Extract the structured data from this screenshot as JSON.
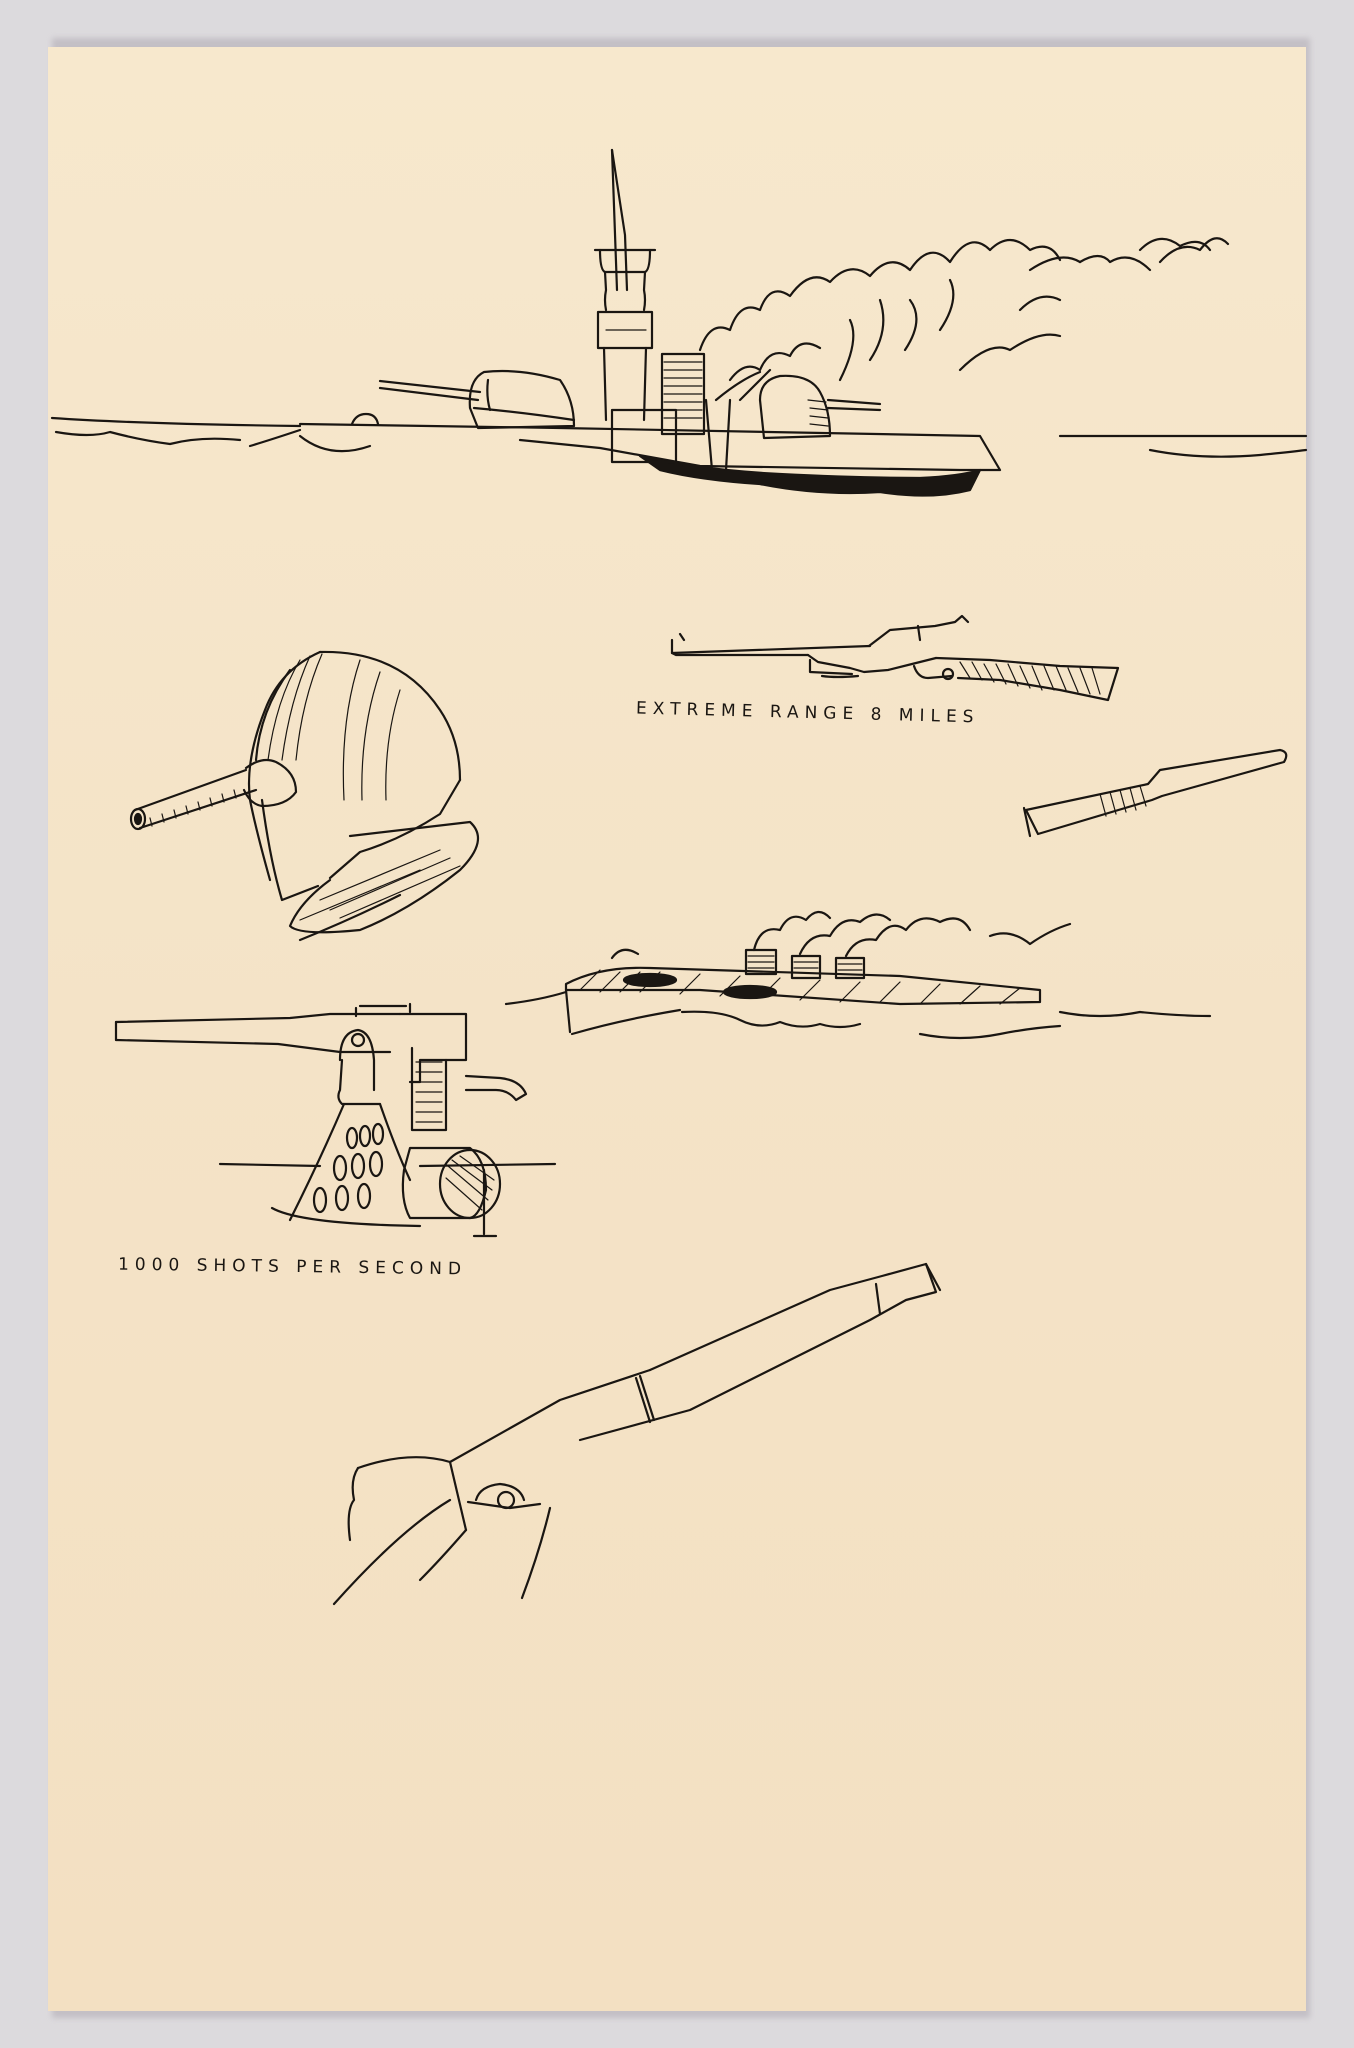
{
  "artwork": {
    "medium": "ink sketch on paper",
    "background_color": "#dcdadd",
    "paper_color": "#f5e4c8",
    "ink_color": "#1a1612"
  },
  "captions": {
    "rifle": "EXTREME RANGE 8 MILES",
    "machine_gun": "1000 SHOTS PER SECOND"
  },
  "sketches": [
    {
      "id": "battleship",
      "subject": "battleship with turrets firing and smoke"
    },
    {
      "id": "turret",
      "subject": "close-up gun turret"
    },
    {
      "id": "rifle",
      "subject": "lever-action rifle"
    },
    {
      "id": "cartridge",
      "subject": "rifle cartridge"
    },
    {
      "id": "warship",
      "subject": "smoking warship with three funnels"
    },
    {
      "id": "machine-gun",
      "subject": "mounted machine gun"
    },
    {
      "id": "cannon",
      "subject": "large artillery barrel"
    }
  ]
}
